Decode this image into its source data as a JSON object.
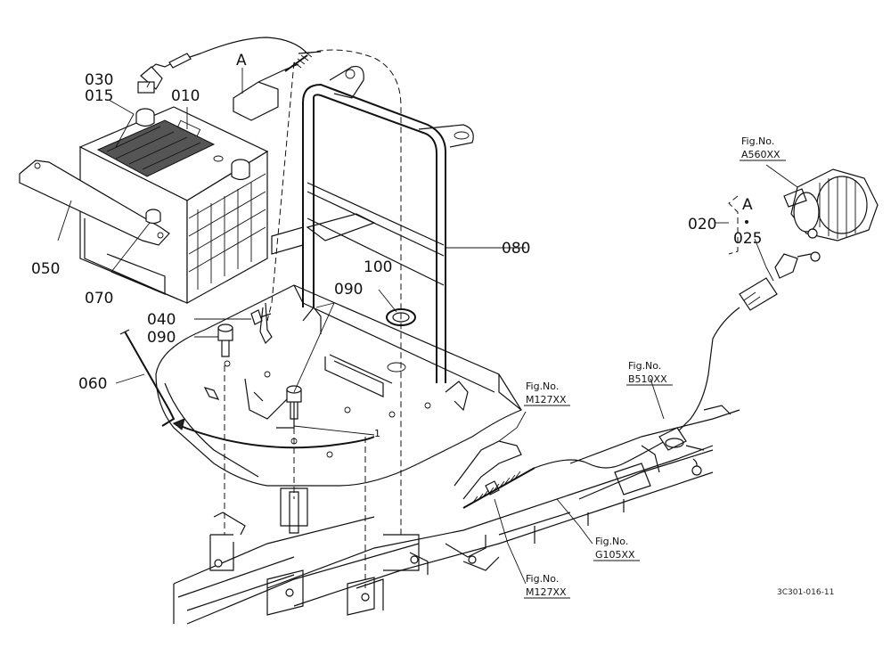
{
  "labels": {
    "p030": "030",
    "p015": "015",
    "p010": "010",
    "pA_top": "A",
    "p050": "050",
    "p070": "070",
    "p080": "080",
    "p100": "100",
    "p090_upper": "090",
    "p040": "040",
    "p090_lower": "090",
    "p060": "060",
    "p020": "020",
    "pA_right": "A",
    "p025": "025",
    "p001": "1"
  },
  "references": {
    "fig_no": "Fig.No.",
    "a560": "A560XX",
    "b510": "B510XX",
    "m127_upper": "M127XX",
    "g105": "G105XX",
    "m127_lower": "M127XX"
  },
  "drawing_code": "3C301-016-11"
}
